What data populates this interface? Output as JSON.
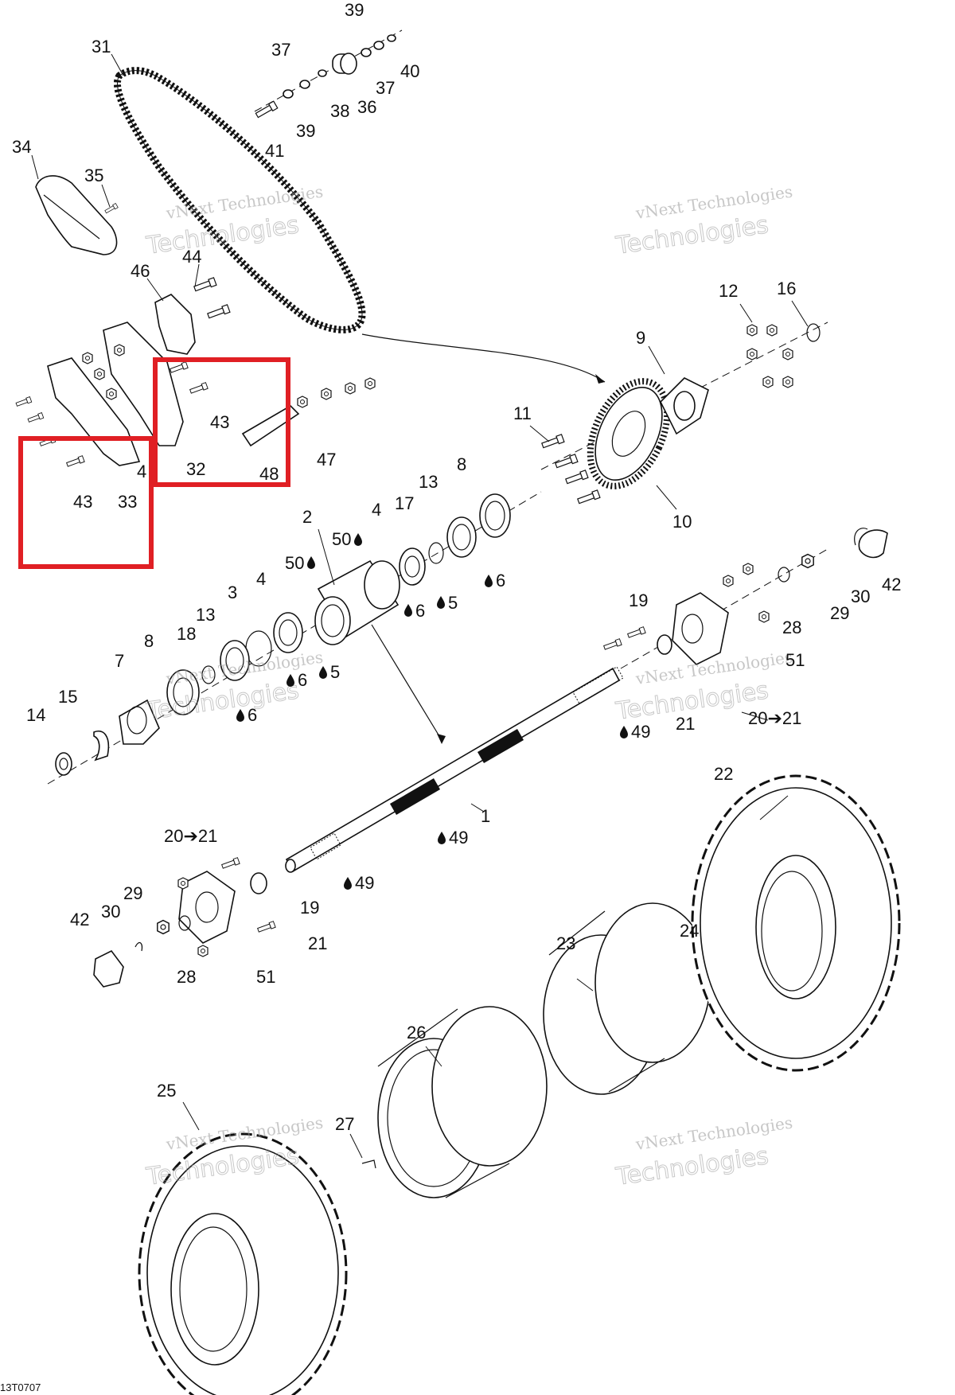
{
  "diagram": {
    "drawing_code": "13T0707",
    "watermark": {
      "line1": "vNext Technologies",
      "line2": "Technologies"
    },
    "drop_symbol": "drop-icon",
    "highlight_color": "#e01f24",
    "callouts": [
      {
        "id": "c39a",
        "text": "39"
      },
      {
        "id": "c37a",
        "text": "37"
      },
      {
        "id": "c40",
        "text": "40"
      },
      {
        "id": "c37b",
        "text": "37"
      },
      {
        "id": "c36",
        "text": "36"
      },
      {
        "id": "c38",
        "text": "38"
      },
      {
        "id": "c39b",
        "text": "39"
      },
      {
        "id": "c41",
        "text": "41"
      },
      {
        "id": "c31",
        "text": "31"
      },
      {
        "id": "c34",
        "text": "34"
      },
      {
        "id": "c35",
        "text": "35"
      },
      {
        "id": "c44",
        "text": "44"
      },
      {
        "id": "c46",
        "text": "46"
      },
      {
        "id": "c43a",
        "text": "43"
      },
      {
        "id": "c32",
        "text": "32"
      },
      {
        "id": "c48",
        "text": "48"
      },
      {
        "id": "c47",
        "text": "47"
      },
      {
        "id": "c43b",
        "text": "43"
      },
      {
        "id": "c33",
        "text": "33"
      },
      {
        "id": "c4a",
        "text": "4"
      },
      {
        "id": "c12",
        "text": "12"
      },
      {
        "id": "c16",
        "text": "16"
      },
      {
        "id": "c9",
        "text": "9"
      },
      {
        "id": "c11",
        "text": "11"
      },
      {
        "id": "c10",
        "text": "10"
      },
      {
        "id": "c8a",
        "text": "8"
      },
      {
        "id": "c13a",
        "text": "13"
      },
      {
        "id": "c17",
        "text": "17"
      },
      {
        "id": "c4b",
        "text": "4"
      },
      {
        "id": "c2",
        "text": "2"
      },
      {
        "id": "c50a",
        "text": "50"
      },
      {
        "id": "c50b",
        "text": "50"
      },
      {
        "id": "c6a",
        "text": "6"
      },
      {
        "id": "c5a",
        "text": "5"
      },
      {
        "id": "c6b",
        "text": "6"
      },
      {
        "id": "c30a",
        "text": "30"
      },
      {
        "id": "c42a",
        "text": "42"
      },
      {
        "id": "c29a",
        "text": "29"
      },
      {
        "id": "c28a",
        "text": "28"
      },
      {
        "id": "c3",
        "text": "3"
      },
      {
        "id": "c4c",
        "text": "4"
      },
      {
        "id": "c13b",
        "text": "13"
      },
      {
        "id": "c18",
        "text": "18"
      },
      {
        "id": "c8b",
        "text": "8"
      },
      {
        "id": "c7",
        "text": "7"
      },
      {
        "id": "c5b",
        "text": "5"
      },
      {
        "id": "c6c",
        "text": "6"
      },
      {
        "id": "c6d",
        "text": "6"
      },
      {
        "id": "c15",
        "text": "15"
      },
      {
        "id": "c14",
        "text": "14"
      },
      {
        "id": "c19a",
        "text": "19"
      },
      {
        "id": "c51a",
        "text": "51"
      },
      {
        "id": "c21a",
        "text": "21"
      },
      {
        "id": "c2021a",
        "text": "20➔21"
      },
      {
        "id": "c49a",
        "text": "49"
      },
      {
        "id": "c1",
        "text": "1"
      },
      {
        "id": "c49b",
        "text": "49"
      },
      {
        "id": "c49c",
        "text": "49"
      },
      {
        "id": "c22",
        "text": "22"
      },
      {
        "id": "c2021b",
        "text": "20➔21"
      },
      {
        "id": "c19b",
        "text": "19"
      },
      {
        "id": "c29b",
        "text": "29"
      },
      {
        "id": "c30b",
        "text": "30"
      },
      {
        "id": "c42b",
        "text": "42"
      },
      {
        "id": "c28b",
        "text": "28"
      },
      {
        "id": "c51b",
        "text": "51"
      },
      {
        "id": "c21b",
        "text": "21"
      },
      {
        "id": "c23",
        "text": "23"
      },
      {
        "id": "c24",
        "text": "24"
      },
      {
        "id": "c26",
        "text": "26"
      },
      {
        "id": "c25",
        "text": "25"
      },
      {
        "id": "c27",
        "text": "27"
      }
    ]
  }
}
